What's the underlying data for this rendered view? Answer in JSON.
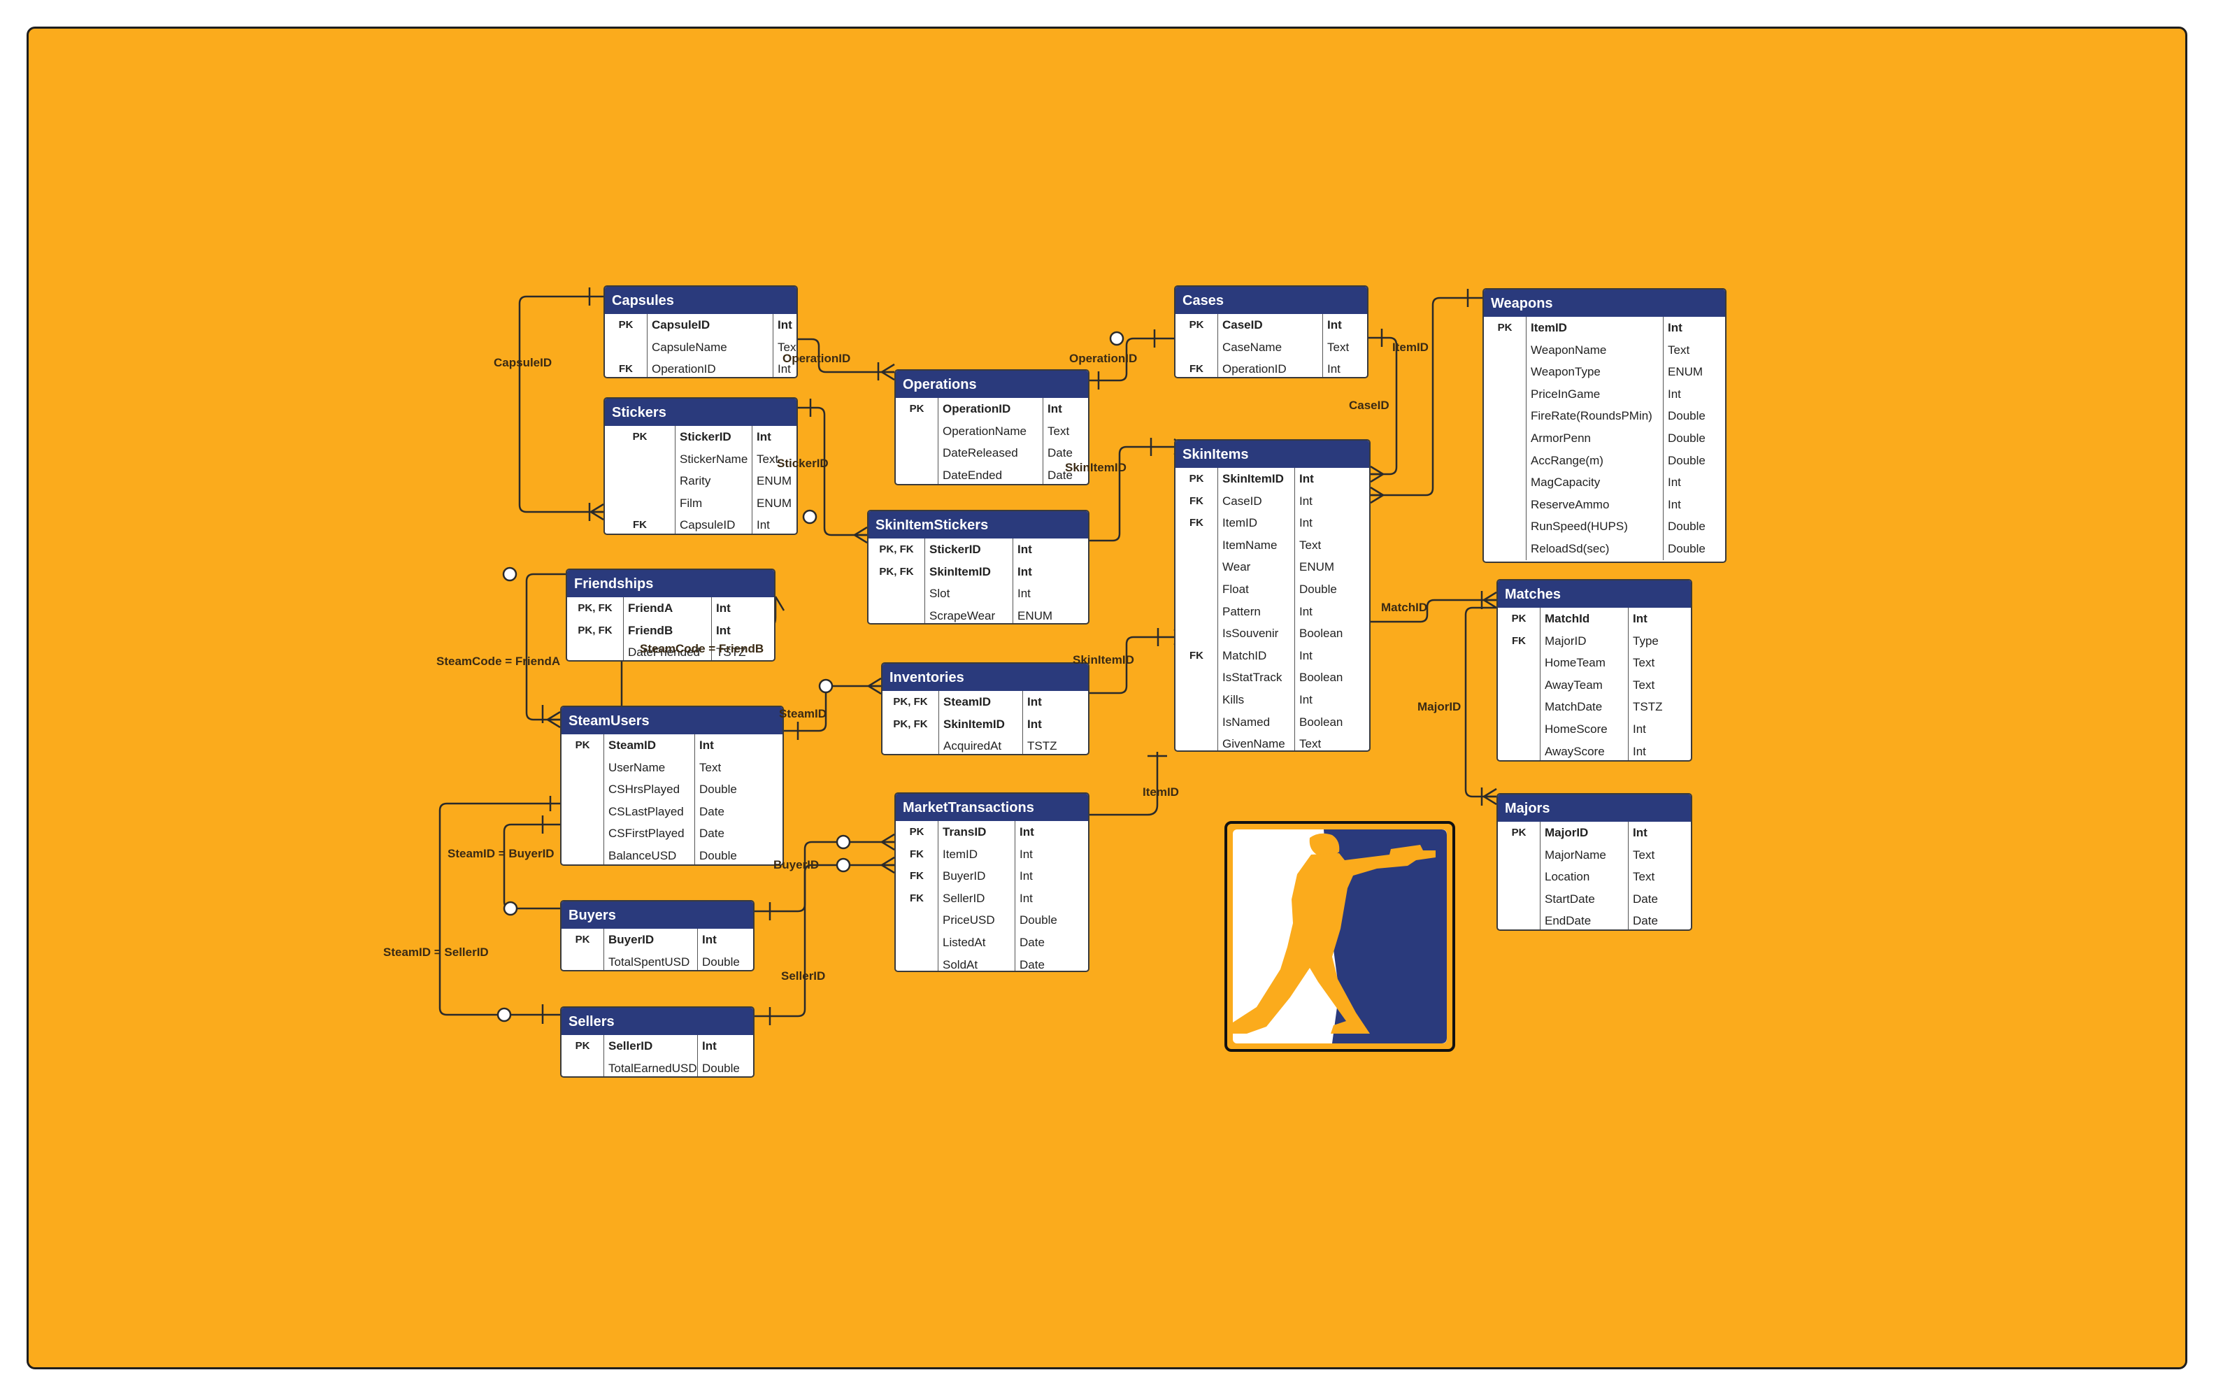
{
  "colors": {
    "background": "#fbab1c",
    "header": "#2a3a7c",
    "line": "#2a2a2a",
    "logo_blue": "#2a3a7c"
  },
  "logo": {
    "icon": "counter-strike-logo"
  },
  "tables": [
    {
      "id": "capsules",
      "title": "Capsules",
      "rows": [
        [
          "PK",
          "CapsuleID",
          "Int"
        ],
        [
          "",
          "CapsuleName",
          "Text"
        ],
        [
          "FK",
          "OperationID",
          "Int"
        ]
      ]
    },
    {
      "id": "stickers",
      "title": "Stickers",
      "rows": [
        [
          "PK",
          "StickerID",
          "Int"
        ],
        [
          "",
          "StickerName",
          "Text"
        ],
        [
          "",
          "Rarity",
          "ENUM"
        ],
        [
          "",
          "Film",
          "ENUM"
        ],
        [
          "FK",
          "CapsuleID",
          "Int"
        ]
      ]
    },
    {
      "id": "operations",
      "title": "Operations",
      "rows": [
        [
          "PK",
          "OperationID",
          "Int"
        ],
        [
          "",
          "OperationName",
          "Text"
        ],
        [
          "",
          "DateReleased",
          "Date"
        ],
        [
          "",
          "DateEnded",
          "Date"
        ]
      ]
    },
    {
      "id": "cases",
      "title": "Cases",
      "rows": [
        [
          "PK",
          "CaseID",
          "Int"
        ],
        [
          "",
          "CaseName",
          "Text"
        ],
        [
          "FK",
          "OperationID",
          "Int"
        ]
      ]
    },
    {
      "id": "weapons",
      "title": "Weapons",
      "rows": [
        [
          "PK",
          "ItemID",
          "Int"
        ],
        [
          "",
          "WeaponName",
          "Text"
        ],
        [
          "",
          "WeaponType",
          "ENUM"
        ],
        [
          "",
          "PriceInGame",
          "Int"
        ],
        [
          "",
          "FireRate(RoundsPMin)",
          "Double"
        ],
        [
          "",
          "ArmorPenn",
          "Double"
        ],
        [
          "",
          "AccRange(m)",
          "Double"
        ],
        [
          "",
          "MagCapacity",
          "Int"
        ],
        [
          "",
          "ReserveAmmo",
          "Int"
        ],
        [
          "",
          "RunSpeed(HUPS)",
          "Double"
        ],
        [
          "",
          "ReloadSd(sec)",
          "Double"
        ]
      ]
    },
    {
      "id": "skinitemstickers",
      "title": "SkinItemStickers",
      "rows": [
        [
          "PK, FK",
          "StickerID",
          "Int"
        ],
        [
          "PK, FK",
          "SkinItemID",
          "Int"
        ],
        [
          "",
          "Slot",
          "Int"
        ],
        [
          "",
          "ScrapeWear",
          "ENUM"
        ]
      ]
    },
    {
      "id": "skinitems",
      "title": "SkinItems",
      "rows": [
        [
          "PK",
          "SkinItemID",
          "Int"
        ],
        [
          "FK",
          "CaseID",
          "Int"
        ],
        [
          "FK",
          "ItemID",
          "Int"
        ],
        [
          "",
          "ItemName",
          "Text"
        ],
        [
          "",
          "Wear",
          "ENUM"
        ],
        [
          "",
          "Float",
          "Double"
        ],
        [
          "",
          "Pattern",
          "Int"
        ],
        [
          "",
          "IsSouvenir",
          "Boolean"
        ],
        [
          "FK",
          "MatchID",
          "Int"
        ],
        [
          "",
          "IsStatTrack",
          "Boolean"
        ],
        [
          "",
          "Kills",
          "Int"
        ],
        [
          "",
          "IsNamed",
          "Boolean"
        ],
        [
          "",
          "GivenName",
          "Text"
        ]
      ]
    },
    {
      "id": "friendships",
      "title": "Friendships",
      "rows": [
        [
          "PK, FK",
          "FriendA",
          "Int"
        ],
        [
          "PK, FK",
          "FriendB",
          "Int"
        ],
        [
          "",
          "DateFriended",
          "TSTZ"
        ]
      ]
    },
    {
      "id": "inventories",
      "title": "Inventories",
      "rows": [
        [
          "PK, FK",
          "SteamID",
          "Int"
        ],
        [
          "PK, FK",
          "SkinItemID",
          "Int"
        ],
        [
          "",
          "AcquiredAt",
          "TSTZ"
        ]
      ]
    },
    {
      "id": "steamusers",
      "title": "SteamUsers",
      "rows": [
        [
          "PK",
          "SteamID",
          "Int"
        ],
        [
          "",
          "UserName",
          "Text"
        ],
        [
          "",
          "CSHrsPlayed",
          "Double"
        ],
        [
          "",
          "CSLastPlayed",
          "Date"
        ],
        [
          "",
          "CSFirstPlayed",
          "Date"
        ],
        [
          "",
          "BalanceUSD",
          "Double"
        ]
      ]
    },
    {
      "id": "matches",
      "title": "Matches",
      "rows": [
        [
          "PK",
          "MatchId",
          "Int"
        ],
        [
          "FK",
          "MajorID",
          "Type"
        ],
        [
          "",
          "HomeTeam",
          "Text"
        ],
        [
          "",
          "AwayTeam",
          "Text"
        ],
        [
          "",
          "MatchDate",
          "TSTZ"
        ],
        [
          "",
          "HomeScore",
          "Int"
        ],
        [
          "",
          "AwayScore",
          "Int"
        ]
      ]
    },
    {
      "id": "markettransactions",
      "title": "MarketTransactions",
      "rows": [
        [
          "PK",
          "TransID",
          "Int"
        ],
        [
          "FK",
          "ItemID",
          "Int"
        ],
        [
          "FK",
          "BuyerID",
          "Int"
        ],
        [
          "FK",
          "SellerID",
          "Int"
        ],
        [
          "",
          "PriceUSD",
          "Double"
        ],
        [
          "",
          "ListedAt",
          "Date"
        ],
        [
          "",
          "SoldAt",
          "Date"
        ]
      ]
    },
    {
      "id": "majors",
      "title": "Majors",
      "rows": [
        [
          "PK",
          "MajorID",
          "Int"
        ],
        [
          "",
          "MajorName",
          "Text"
        ],
        [
          "",
          "Location",
          "Text"
        ],
        [
          "",
          "StartDate",
          "Date"
        ],
        [
          "",
          "EndDate",
          "Date"
        ]
      ]
    },
    {
      "id": "buyers",
      "title": "Buyers",
      "rows": [
        [
          "PK",
          "BuyerID",
          "Int"
        ],
        [
          "",
          "TotalSpentUSD",
          "Double"
        ]
      ]
    },
    {
      "id": "sellers",
      "title": "Sellers",
      "rows": [
        [
          "PK",
          "SellerID",
          "Int"
        ],
        [
          "",
          "TotalEarnedUSD",
          "Double"
        ]
      ]
    }
  ],
  "relationships": [
    {
      "id": "capsule-id",
      "label": "CapsuleID"
    },
    {
      "id": "operation-id-capsules",
      "label": "OperationID"
    },
    {
      "id": "operation-id-cases",
      "label": "OperationID"
    },
    {
      "id": "sticker-id",
      "label": "StickerID"
    },
    {
      "id": "skin-item-id-stickers",
      "label": "SkinItemID"
    },
    {
      "id": "item-id-weapons",
      "label": "ItemID"
    },
    {
      "id": "case-id",
      "label": "CaseID"
    },
    {
      "id": "match-id",
      "label": "MatchID"
    },
    {
      "id": "major-id",
      "label": "MajorID"
    },
    {
      "id": "steamcode-friend-a",
      "label": "SteamCode = FriendA"
    },
    {
      "id": "steamcode-friend-b",
      "label": "SteamCode = FriendB"
    },
    {
      "id": "skin-item-id-inventories",
      "label": "SkinItemID"
    },
    {
      "id": "steam-id-inventories",
      "label": "SteamID"
    },
    {
      "id": "item-id-market",
      "label": "ItemID"
    },
    {
      "id": "steam-id-buyer",
      "label": "SteamID = BuyerID"
    },
    {
      "id": "buyer-id",
      "label": "BuyerID"
    },
    {
      "id": "steam-id-seller",
      "label": "SteamID = SellerID"
    },
    {
      "id": "seller-id",
      "label": "SellerID"
    }
  ]
}
